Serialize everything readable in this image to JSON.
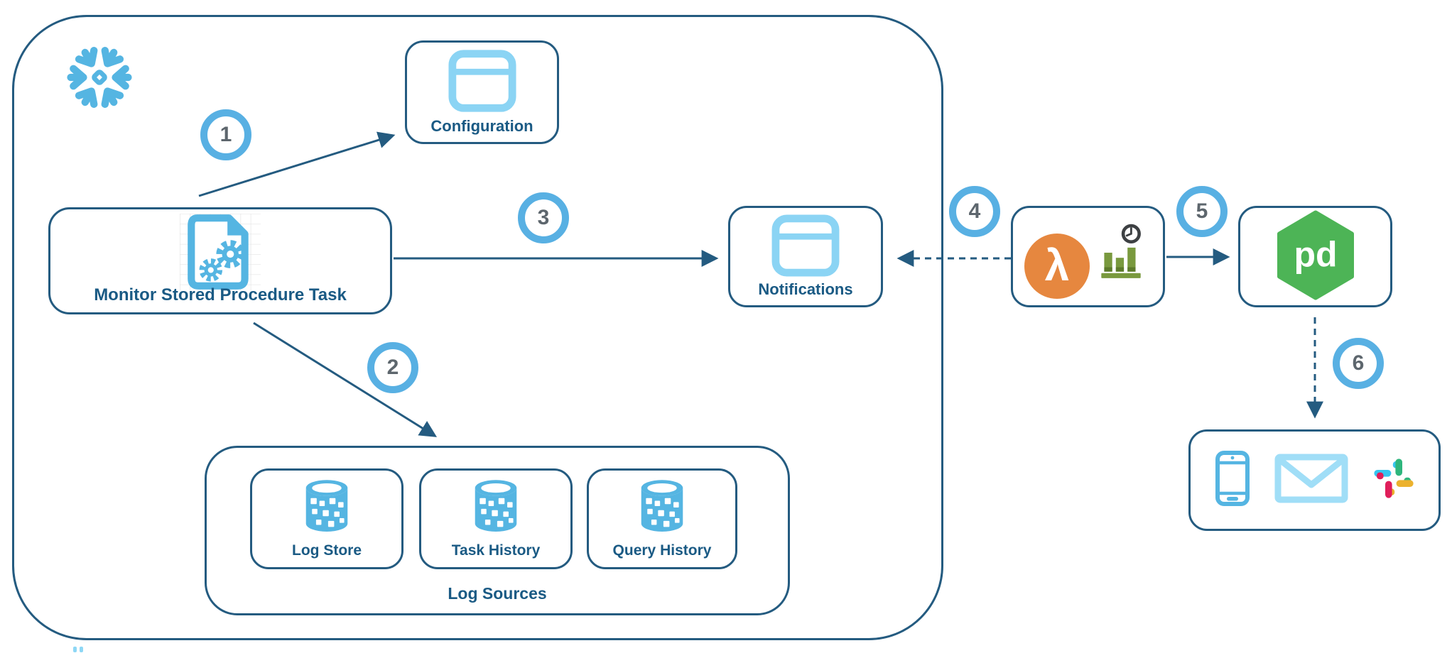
{
  "platform": {
    "name": "Snowflake",
    "logo": "snowflake-icon"
  },
  "nodes": {
    "configuration": {
      "label": "Configuration",
      "icon": "window-table-icon"
    },
    "monitor_task": {
      "label": "Monitor Stored Procedure Task",
      "icon": "stored-procedure-gears-document-icon"
    },
    "notifications": {
      "label": "Notifications",
      "icon": "window-table-icon"
    },
    "log_sources": {
      "label": "Log Sources",
      "children": [
        {
          "label": "Log Store",
          "icon": "database-icon"
        },
        {
          "label": "Task History",
          "icon": "database-icon"
        },
        {
          "label": "Query History",
          "icon": "database-icon"
        }
      ]
    },
    "lambda_scheduler": {
      "icons": [
        "aws-lambda-icon",
        "cloudwatch-scheduled-event-icon"
      ],
      "lambda_glyph": "λ"
    },
    "pagerduty": {
      "label": "pd",
      "icon": "pagerduty-hexagon-icon"
    },
    "alert_channels": {
      "icons": [
        "phone-icon",
        "email-icon",
        "slack-icon"
      ]
    }
  },
  "steps": [
    {
      "number": "1"
    },
    {
      "number": "2"
    },
    {
      "number": "3"
    },
    {
      "number": "4"
    },
    {
      "number": "5"
    },
    {
      "number": "6"
    }
  ],
  "colors": {
    "outline": "#245b80",
    "label_text": "#1a5a84",
    "accent_blue": "#55b5e2",
    "icon_light_blue": "#8bd4f4",
    "envelope_blue": "#a0def7",
    "badge_ring": "#58b0e3",
    "badge_number": "#5d666d",
    "lambda_orange": "#e6873f",
    "cloudwatch_green": "#79993e",
    "pagerduty_green": "#4db456",
    "slack_blue": "#36c5f0",
    "slack_green": "#2eb67d",
    "slack_red": "#e01e5a",
    "slack_yellow": "#ecb22e"
  }
}
